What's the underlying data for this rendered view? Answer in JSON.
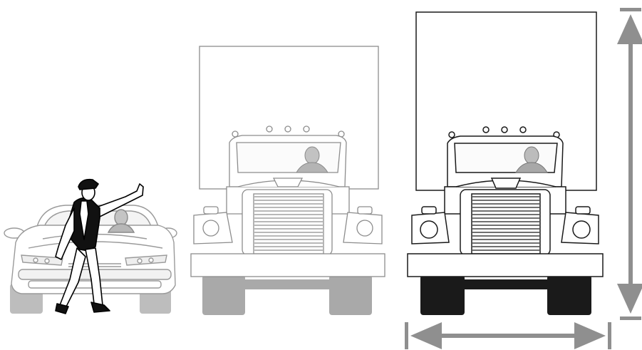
{
  "illustration": {
    "car": "car-with-driver",
    "officer": "traffic-officer-signaling",
    "truck_gray": "standard-truck-front",
    "truck_dark": "oversize-truck-front",
    "height_arrow": "vertical-dimension-arrow-icon",
    "width_arrow": "horizontal-dimension-arrow-icon"
  },
  "colors": {
    "gray_line": "#8a8a8a",
    "light_fill": "#c8c8c8",
    "tire_gray": "#a7a7a7",
    "dark": "#1a1a1a",
    "arrow": "#8f8f8f",
    "face": "#bfbfbf"
  }
}
